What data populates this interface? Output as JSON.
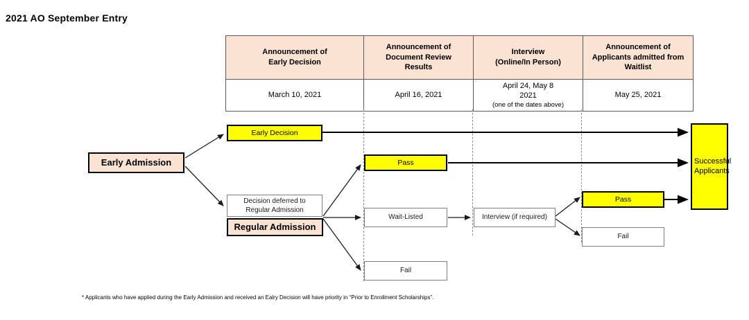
{
  "page": {
    "title": "2021 AO September Entry",
    "footnote": "* Applicants who have applied during the Early Admission and received an Ealry Decision will have priority in “Prior to Enrollment Scholarships”."
  },
  "colors": {
    "header_fill": "#FBE3D3",
    "highlight_fill": "#FFFF00",
    "box_border": "#7F7F7F",
    "strong_border": "#000000",
    "guide_line": "#8C8C8C"
  },
  "schedule_table": {
    "columns": [
      {
        "header": "Announcement of\nEarly Decision",
        "header_line1": "Announcement of",
        "header_line2": "Early Decision",
        "value": "March 10, 2021"
      },
      {
        "header": "Announcement of\nDocument Review\nResults",
        "header_line1": "Announcement of",
        "header_line2": "Document Review",
        "header_line3": "Results",
        "value": "April 16, 2021"
      },
      {
        "header": "Interview\n(Online/In Person)",
        "header_line1": "Interview",
        "header_line2": "(Online/In Person)",
        "value_line1": "April 24, May 8",
        "value_line2": "2021",
        "value_note": "(one of the dates above)"
      },
      {
        "header": "Announcement of\nApplicants admitted from\nWaitlist",
        "header_line1": "Announcement of",
        "header_line2": "Applicants admitted from",
        "header_line3": "Waitlist",
        "value": "May 25, 2021"
      }
    ]
  },
  "flowchart": {
    "nodes": {
      "early_admission": "Early Admission",
      "early_decision": "Early Decision",
      "decision_deferred_line1": "Decision deferred to",
      "decision_deferred_line2": "Regular Admission",
      "regular_admission": "Regular Admission",
      "pass_doc_review": "Pass",
      "wait_listed": "Wait-Listed",
      "fail_doc_review": "Fail",
      "interview": "Interview (if required)",
      "pass_interview": "Pass",
      "fail_interview": "Fail",
      "successful_applicants_line1": "Successful",
      "successful_applicants_line2": "Applicants"
    }
  }
}
